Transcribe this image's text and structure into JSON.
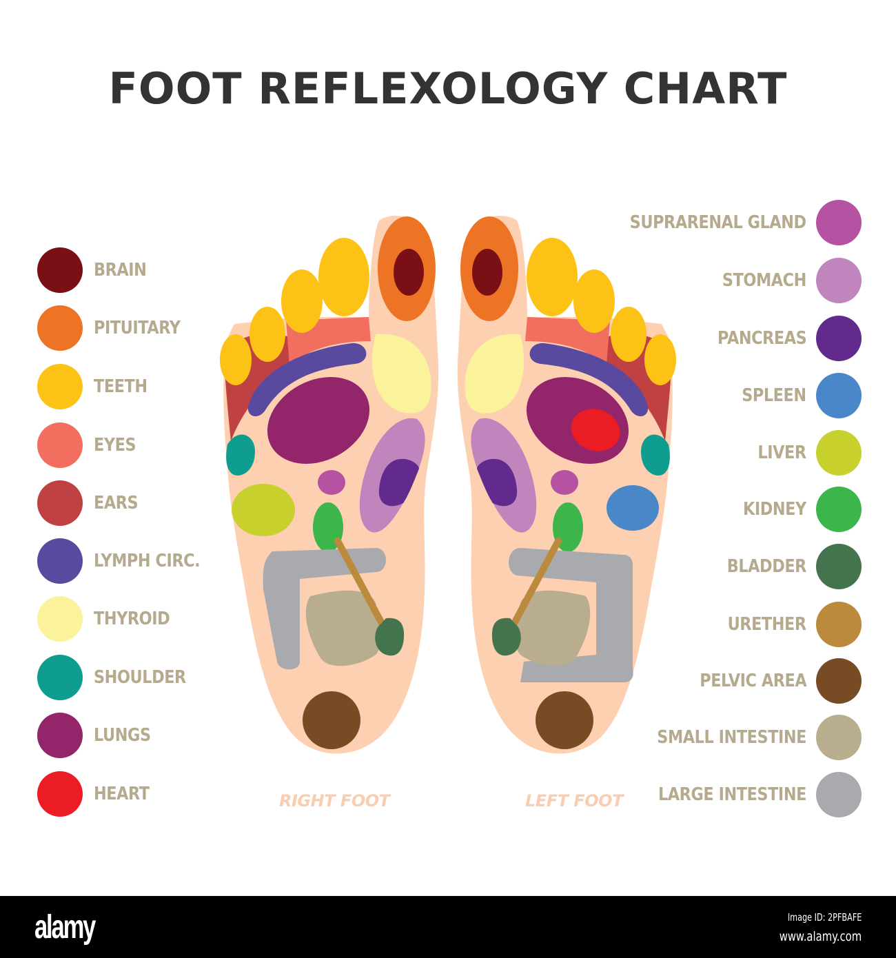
{
  "title": "FOOT REFLEXOLOGY CHART",
  "legend_left": [
    {
      "label": "BRAIN",
      "color": "#7a1015"
    },
    {
      "label": "PITUITARY",
      "color": "#ee7425"
    },
    {
      "label": "TEETH",
      "color": "#fdc216"
    },
    {
      "label": "EYES",
      "color": "#f26e5f"
    },
    {
      "label": "EARS",
      "color": "#bf4141"
    },
    {
      "label": "LYMPH CIRC.",
      "color": "#5a4a9f"
    },
    {
      "label": "THYROID",
      "color": "#fbf39b"
    },
    {
      "label": "SHOULDER",
      "color": "#0f9d8f"
    },
    {
      "label": "LUNGS",
      "color": "#93266b"
    },
    {
      "label": "HEART",
      "color": "#ec1c24"
    }
  ],
  "legend_right": [
    {
      "label": "SUPRARENAL GLAND",
      "color": "#b652a2"
    },
    {
      "label": "STOMACH",
      "color": "#c185bd"
    },
    {
      "label": "PANCREAS",
      "color": "#622a8d"
    },
    {
      "label": "SPLEEN",
      "color": "#4a87c8"
    },
    {
      "label": "LIVER",
      "color": "#c7d02d"
    },
    {
      "label": "KIDNEY",
      "color": "#3cb54a"
    },
    {
      "label": "BLADDER",
      "color": "#43744d"
    },
    {
      "label": "URETHER",
      "color": "#bb8a3c"
    },
    {
      "label": "PELVIC AREA",
      "color": "#774b23"
    },
    {
      "label": "SMALL INTESTINE",
      "color": "#b9ad8f"
    },
    {
      "label": "LARGE INTESTINE",
      "color": "#a9aaad"
    }
  ],
  "feet": {
    "right_caption": "RIGHT FOOT",
    "left_caption": "LEFT FOOT",
    "skin_color": "#fdd0b1"
  },
  "footer": {
    "logo": "alamy",
    "image_id": "Image ID: 2PFBAFE",
    "url": "www.alamy.com"
  }
}
